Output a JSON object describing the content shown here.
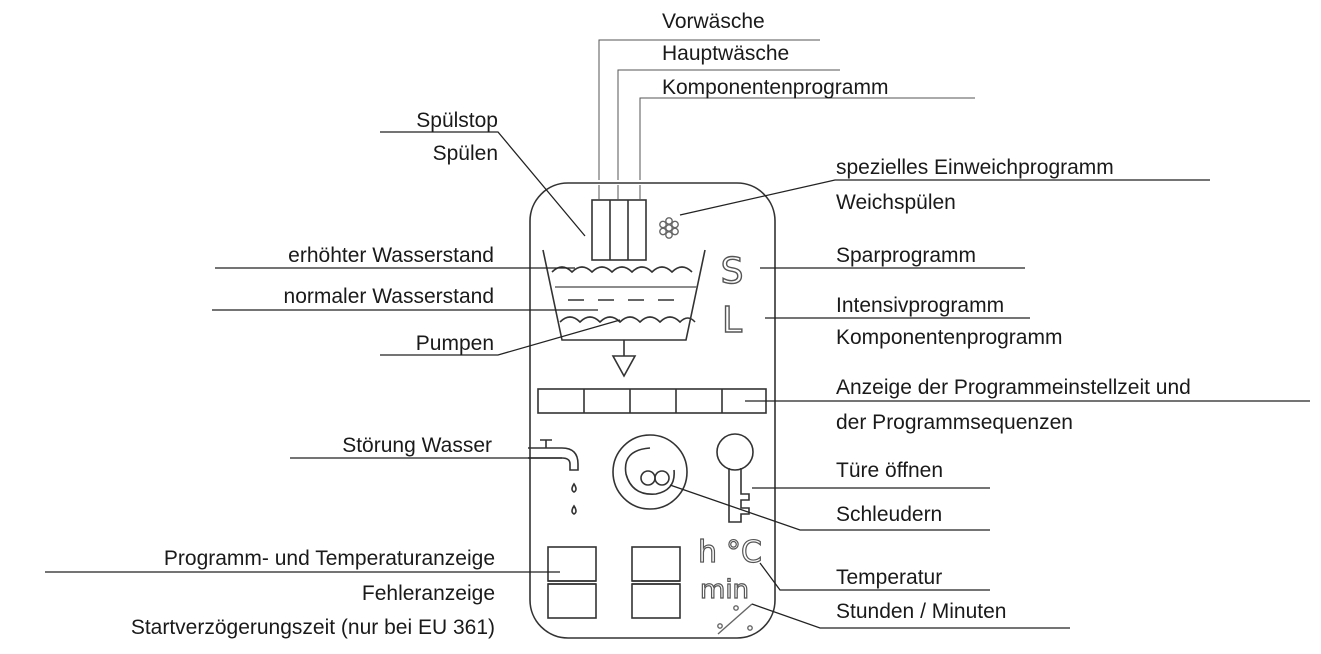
{
  "labels": {
    "vorwaesche": "Vorwäsche",
    "hauptwaesche": "Hauptwäsche",
    "komponentenprogramm_top": "Komponentenprogramm",
    "spuelstop": "Spülstop",
    "spuelen": "Spülen",
    "einweich": "spezielles Einweichprogramm",
    "weichspuelen": "Weichspülen",
    "erhoehter_wasserstand": "erhöhter Wasserstand",
    "normaler_wasserstand": "normaler Wasserstand",
    "pumpen": "Pumpen",
    "sparprogramm": "Sparprogramm",
    "intensivprogramm": "Intensivprogramm",
    "komponentenprogramm_right": "Komponentenprogramm",
    "anzeige_line1": "Anzeige der Programmeinstellzeit und",
    "anzeige_line2": "der Programmsequenzen",
    "stoerung_wasser": "Störung Wasser",
    "tuere_oeffnen": "Türe öffnen",
    "schleudern": "Schleudern",
    "programm_temperatur": "Programm- und Temperaturanzeige",
    "fehleranzeige": "Fehleranzeige",
    "startverzoegerung": "Startverzögerungszeit (nur bei EU 361)",
    "temperatur": "Temperatur",
    "stunden_minuten": "Stunden / Minuten"
  },
  "display_symbols": {
    "s_letter": "S",
    "l_letter": "L",
    "hour_unit": "h",
    "celsius_unit": "°C",
    "minute_unit": "min"
  },
  "icons": {
    "wash_chambers": "wash-chambers-icon",
    "flower": "softener-flower-icon",
    "tub": "water-tub-icon",
    "pump_arrow": "pump-arrow-icon",
    "progress_bar": "progress-bar-icon",
    "faucet": "water-tap-icon",
    "spin": "spin-icon",
    "key": "key-icon",
    "seven_segment": "seven-segment-display-icon"
  }
}
